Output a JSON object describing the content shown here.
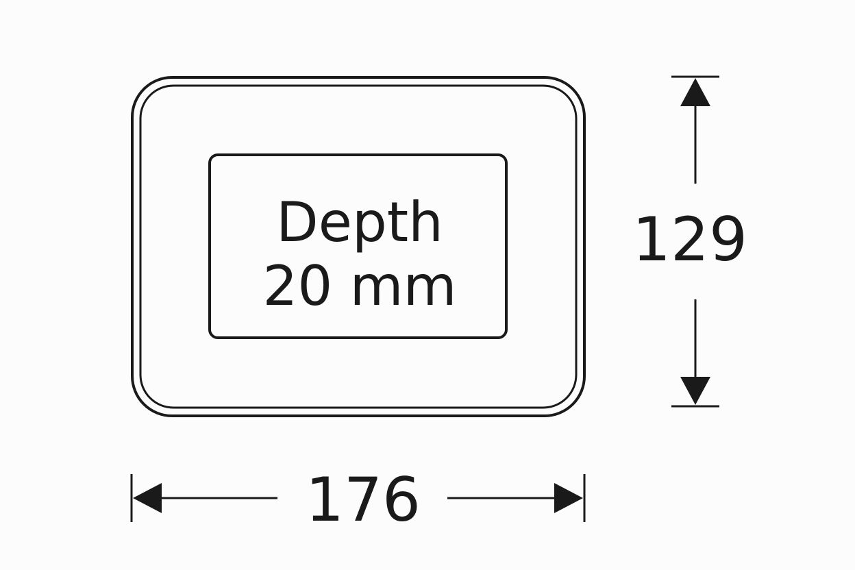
{
  "label": {
    "line1": "Depth",
    "line2": "20 mm"
  },
  "dimensions": {
    "width": "176",
    "height": "129"
  },
  "colors": {
    "line": "#1a1a1a",
    "background": "#fcfcfc"
  }
}
